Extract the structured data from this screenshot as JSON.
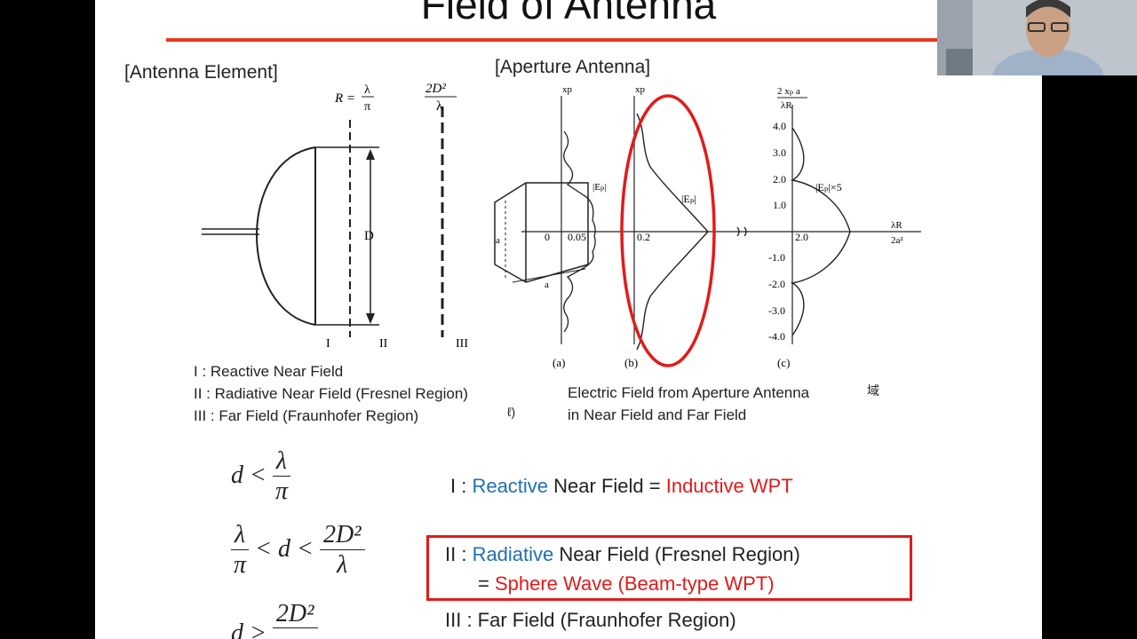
{
  "slide": {
    "title": "Field of Antenna",
    "left_heading": "[Antenna Element]",
    "right_heading": "[Aperture Antenna]",
    "fig1_boundary_lbl": "R =",
    "fig1_boundary_num": "λ",
    "fig1_boundary_den": "π",
    "fig1_far_num": "2D²",
    "fig1_far_den": "λ",
    "fig1_dim": "D",
    "fig1_region_i": "I",
    "fig1_region_ii": "II",
    "fig1_region_iii": "III",
    "legend": [
      "I :   Reactive Near Field",
      "II :  Radiative Near Field (Fresnel Region)",
      "III : Far Field (Fraunhofer Region)"
    ],
    "stray_mark": "ℓ)",
    "fig2_caption_1": "Electric Field from Aperture Antenna",
    "fig2_caption_2": "in Near Field and Far Field",
    "fig2_kanji": "域",
    "fig2": {
      "xp": "xp",
      "ep_a": "|Eₚ|",
      "ep_b": "|Eₚ|",
      "ep_c": "|Eₚ|×5",
      "a_lbl": "a",
      "t0": "0",
      "t005": "0.05",
      "t02": "0.2",
      "t20": "2.0",
      "ylab_num": "2 xₚ a",
      "ylab_den": "λR",
      "xlab_num": "λR",
      "xlab_den": "2a²",
      "yticks": [
        "4.0",
        "3.0",
        "2.0",
        "1.0",
        "-1.0",
        "-2.0",
        "-3.0",
        "-4.0"
      ],
      "panel_a": "(a)",
      "panel_b": "(b)",
      "panel_c": "(c)"
    },
    "eq": {
      "eq1_lhs": "d <",
      "eq1_num": "λ",
      "eq1_den": "π",
      "eq2_num1": "λ",
      "eq2_den1": "π",
      "eq2_mid": "< d <",
      "eq2_num2": "2D²",
      "eq2_den2": "λ",
      "eq3_lhs": "d >",
      "eq3_num": "2D²"
    },
    "regions": {
      "r1_prefix": "I :  ",
      "r1_blue": "Reactive",
      "r1_mid": " Near Field = ",
      "r1_red": "Inductive WPT",
      "r2_prefix": "II :  ",
      "r2_blue": "Radiative",
      "r2_mid": " Near Field (Fresnel Region)",
      "r2_eq": "= ",
      "r2_red": "Sphere Wave (Beam-type WPT)",
      "r3": "III : Far Field (Fraunhofer Region)"
    }
  },
  "colors": {
    "accent_rule": "#e8391d",
    "highlight": "#e11b1b",
    "blue_text": "#1f6fb4",
    "letterbox": "#000000"
  },
  "webcam": {
    "icon": "presenter-video-feed"
  }
}
